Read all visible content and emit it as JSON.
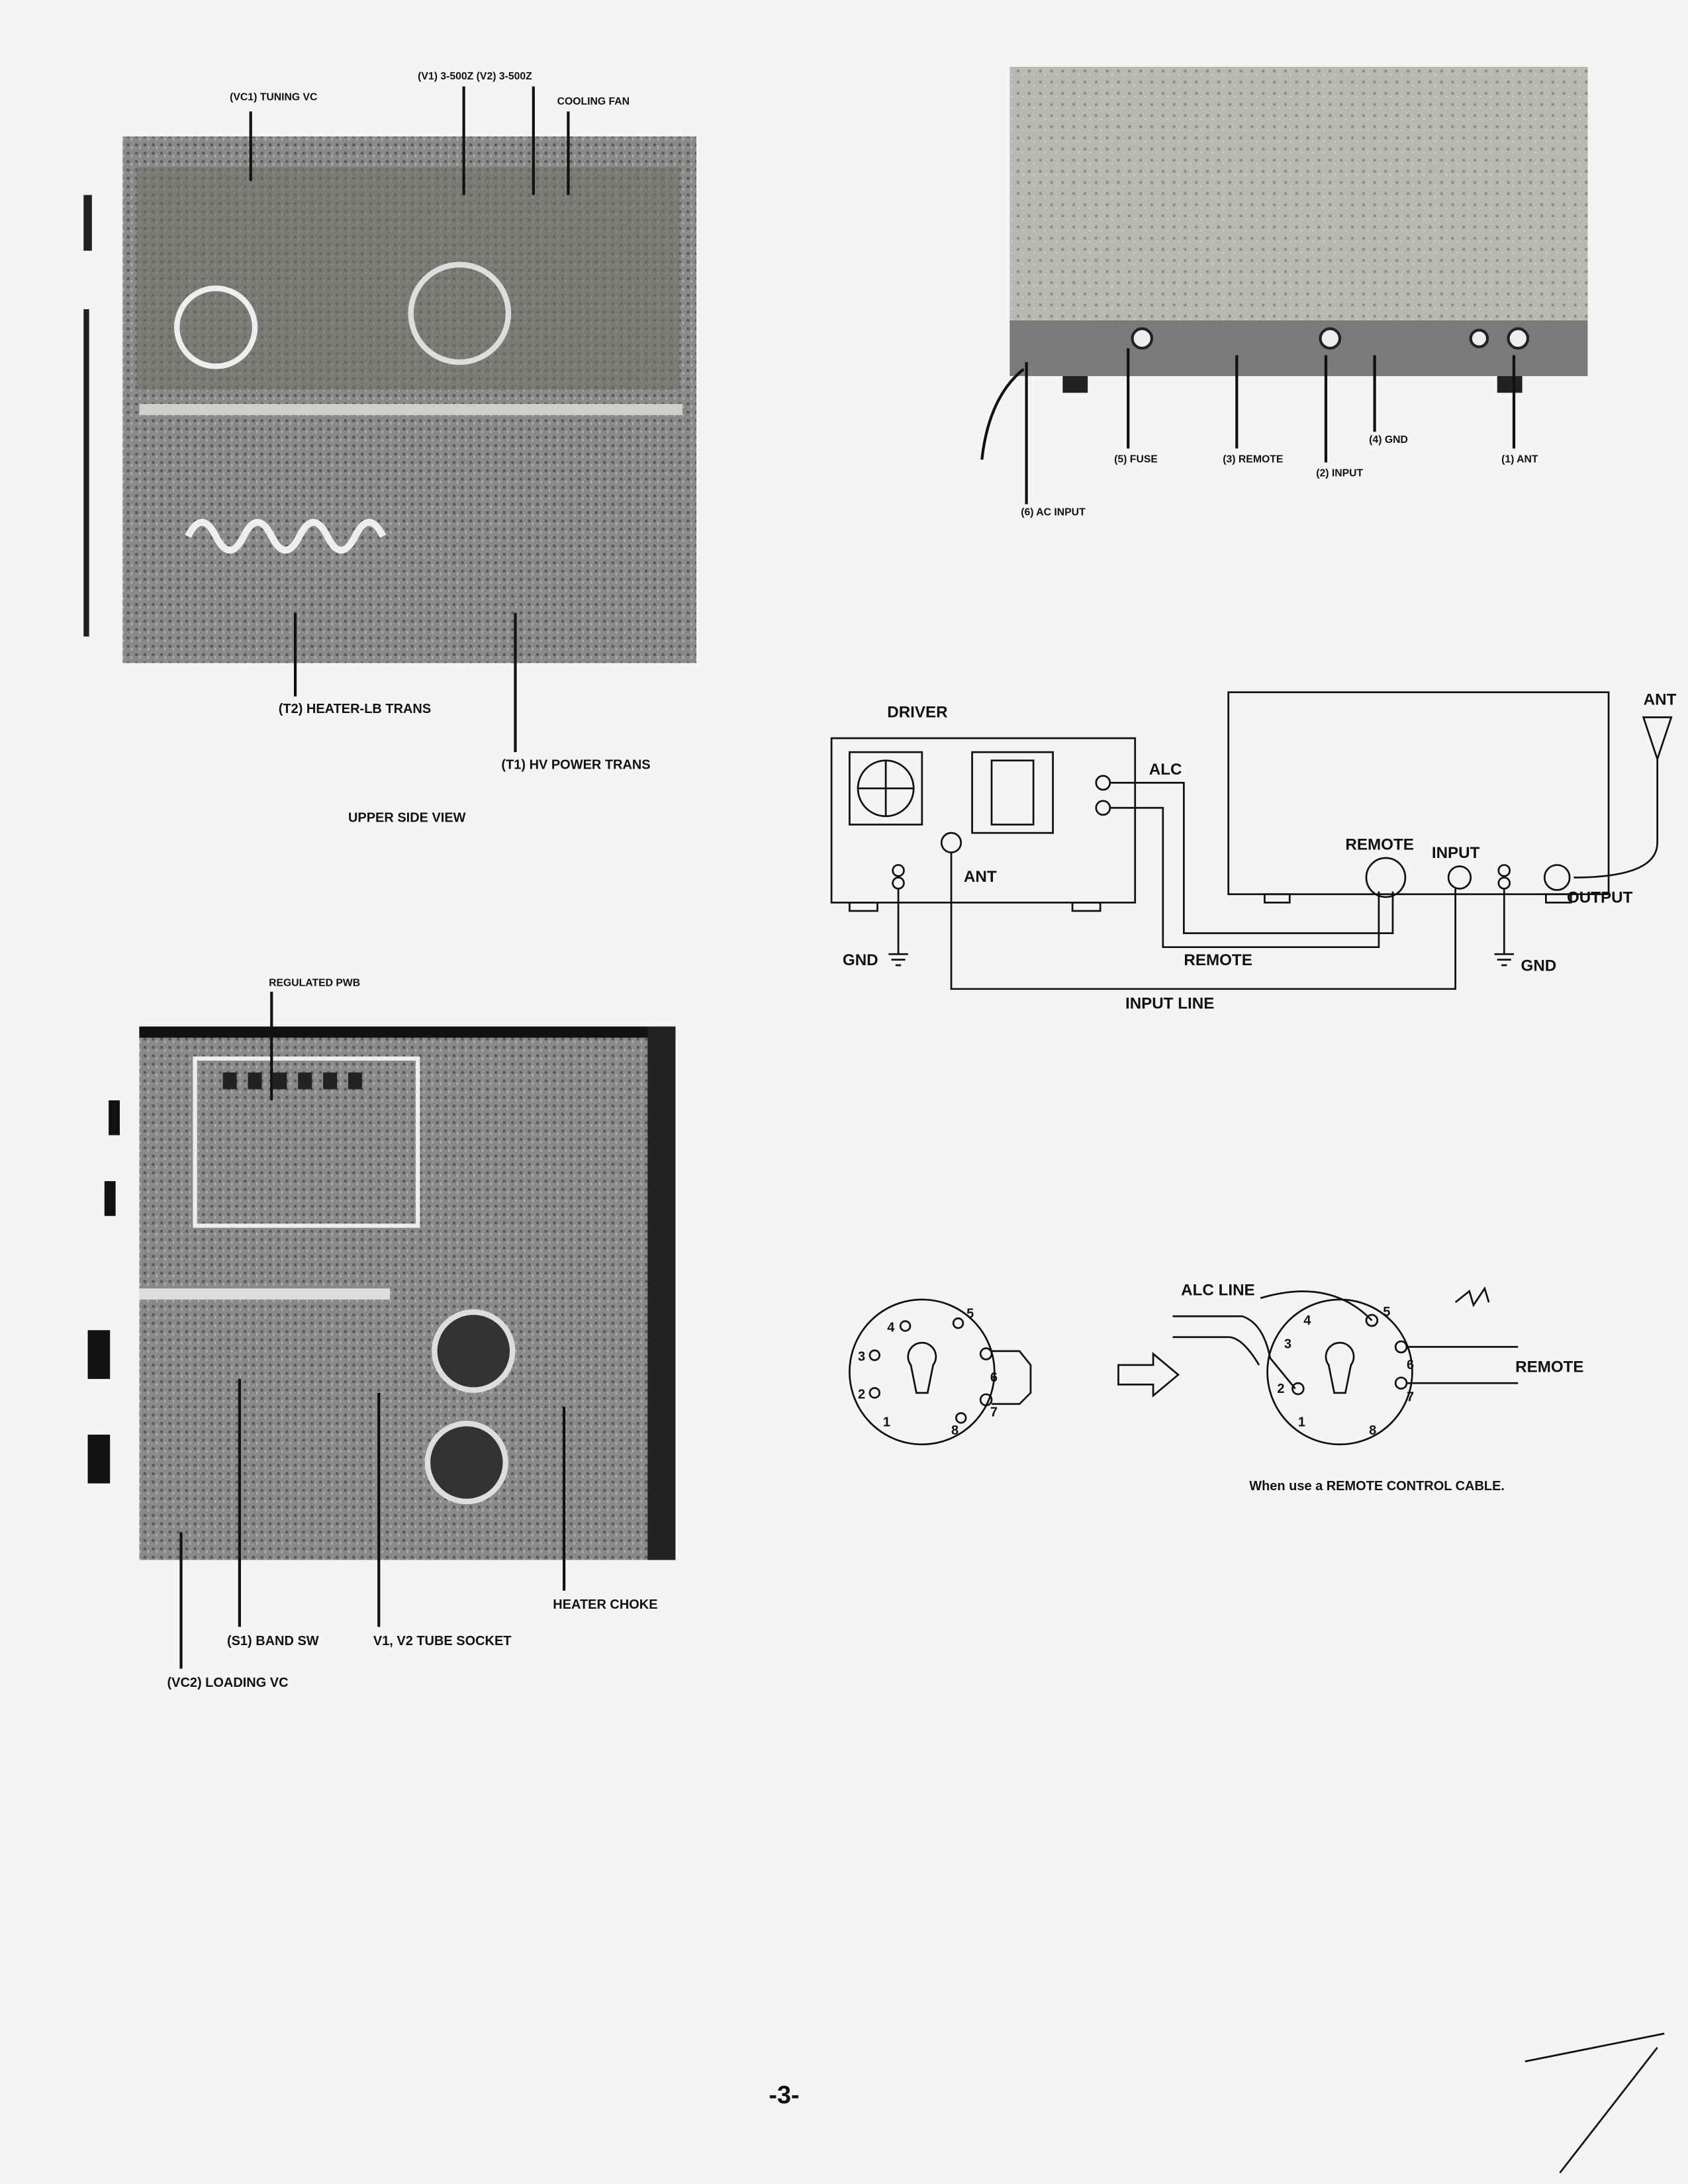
{
  "upper_photo": {
    "labels": {
      "tuning_vc": "(VC1) TUNING VC",
      "tubes": "(V1) 3-500Z  (V2) 3-500Z",
      "cooling_fan": "COOLING FAN",
      "heater_trans": "(T2) HEATER-LB TRANS",
      "hv_trans": "(T1) HV POWER TRANS"
    },
    "caption": "UPPER SIDE VIEW"
  },
  "rear_panel": {
    "labels": {
      "ac_input": "(6) AC INPUT",
      "fuse": "(5) FUSE",
      "remote": "(3) REMOTE",
      "input": "(2) INPUT",
      "gnd": "(4) GND",
      "ant": "(1) ANT"
    }
  },
  "connection_diagram": {
    "driver": "DRIVER",
    "alc": "ALC",
    "ant": "ANT",
    "gnd_left": "GND",
    "remote_jack": "REMOTE",
    "input_jack": "INPUT",
    "output": "OUTPUT",
    "ant_right": "ANT",
    "gnd_right": "GND",
    "remote_cable": "REMOTE",
    "input_line": "INPUT LINE"
  },
  "bottom_photo": {
    "labels": {
      "regulated_pwb": "REGULATED PWB",
      "heater_choke": "HEATER CHOKE",
      "band_sw": "(S1) BAND SW",
      "tube_socket": "V1, V2 TUBE SOCKET",
      "loading_vc": "(VC2) LOADING VC"
    }
  },
  "socket_diagram": {
    "pins": [
      "1",
      "2",
      "3",
      "4",
      "5",
      "6",
      "7",
      "8"
    ],
    "alc_line": "ALC LINE",
    "remote": "REMOTE",
    "caption": "When use a REMOTE CONTROL CABLE."
  },
  "page_number": "-3-"
}
